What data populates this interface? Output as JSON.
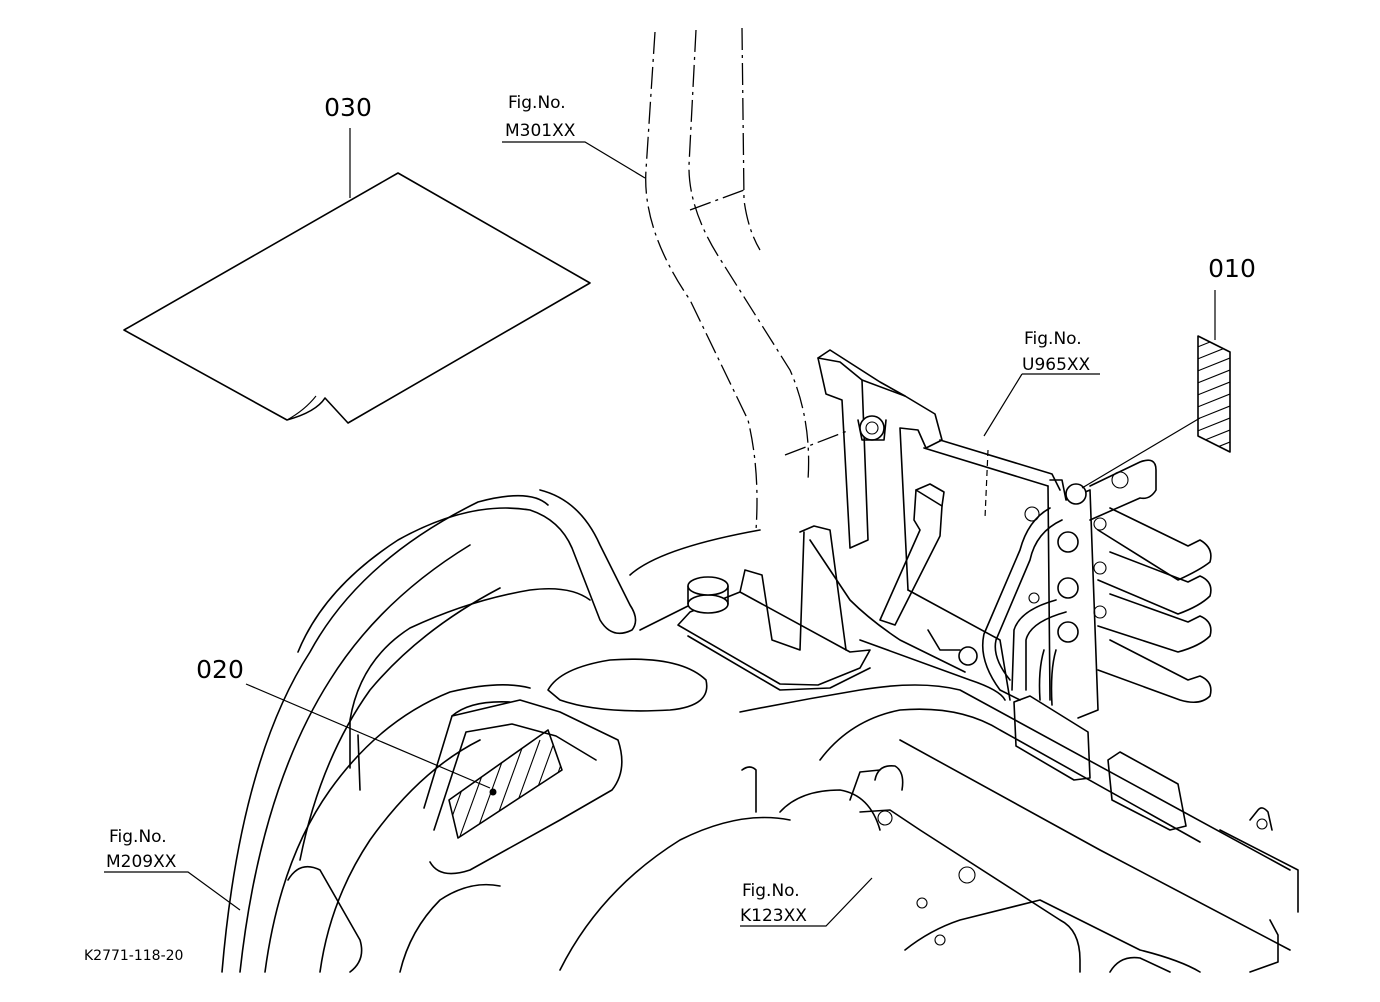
{
  "parts": [
    {
      "id": "010"
    },
    {
      "id": "020"
    },
    {
      "id": "030"
    }
  ],
  "figure_refs": [
    {
      "label": "Fig.No.",
      "code": "M301XX"
    },
    {
      "label": "Fig.No.",
      "code": "U965XX"
    },
    {
      "label": "Fig.No.",
      "code": "M209XX"
    },
    {
      "label": "Fig.No.",
      "code": "K123XX"
    }
  ],
  "drawing_id": "K2771-118-20"
}
